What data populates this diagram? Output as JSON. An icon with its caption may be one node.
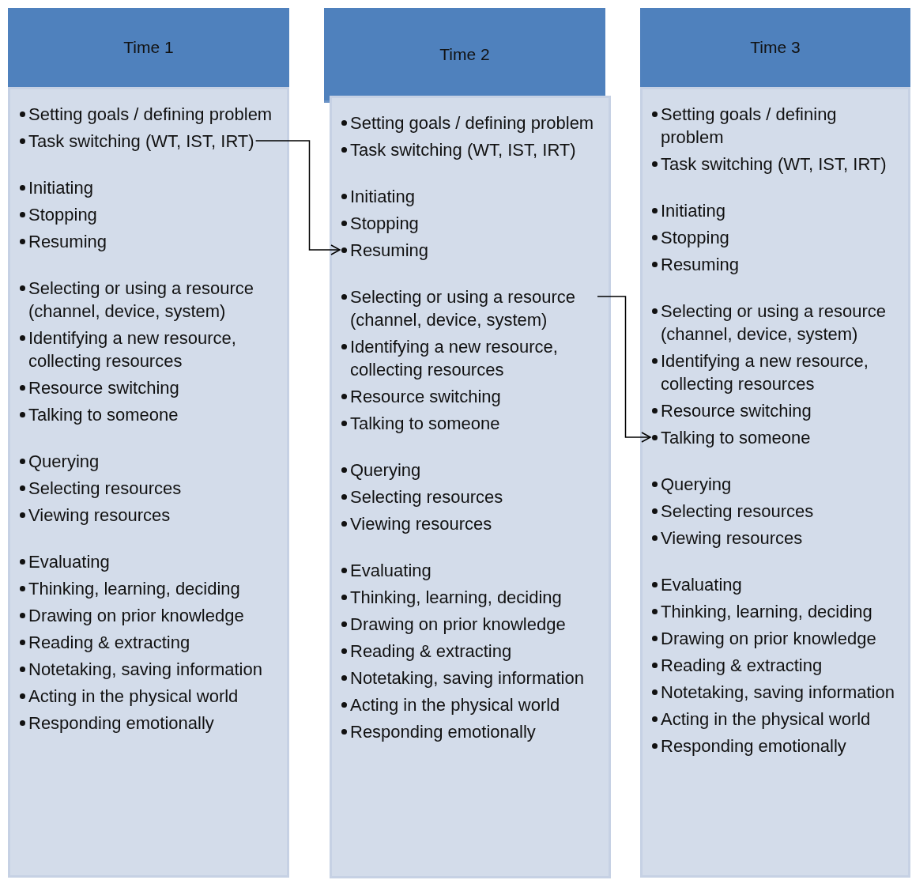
{
  "diagram": {
    "nodes": [
      {
        "text": [
          "Time 1"
        ]
      },
      {
        "text": [],
        "shape": "box"
      },
      {
        "text": [
          "Setting goals / defining problem"
        ],
        "in": 1
      },
      {
        "text": [
          "Task switching (WT, IST, IRT)"
        ],
        "in": 1
      },
      {
        "text": [
          "Initiating"
        ],
        "in": 1
      },
      {
        "text": [
          "Stopping"
        ],
        "in": 1
      },
      {
        "text": [
          "Resuming"
        ],
        "in": 1
      },
      {
        "text": [
          "Selecting or using a resource (channel, device, system)"
        ],
        "in": 1
      },
      {
        "text": [
          "Identifying a new resource, collecting resources"
        ],
        "in": 1
      },
      {
        "text": [
          "Resource switching"
        ],
        "in": 1
      },
      {
        "text": [
          "Talking to someone"
        ],
        "in": 1
      },
      {
        "text": [
          "Querying"
        ],
        "in": 1
      },
      {
        "text": [
          "Selecting resources"
        ],
        "in": 1
      },
      {
        "text": [
          "Viewing resources"
        ],
        "in": 1
      },
      {
        "text": [
          "Evaluating"
        ],
        "in": 1
      },
      {
        "text": [
          "Thinking, learning, deciding"
        ],
        "in": 1
      },
      {
        "text": [
          "Drawing on prior knowledge"
        ],
        "in": 1
      },
      {
        "text": [
          "Reading & extracting"
        ],
        "in": 1
      },
      {
        "text": [
          "Notetaking, saving information"
        ],
        "in": 1
      },
      {
        "text": [
          "Acting in the physical world"
        ],
        "in": 1
      },
      {
        "text": [
          "Responding emotionally"
        ],
        "in": 1
      },
      {
        "text": [
          "Time 2"
        ]
      },
      {
        "text": [],
        "shape": "box"
      },
      {
        "text": [
          "Setting goals / defining problem"
        ],
        "in": 22
      },
      {
        "text": [
          "Task switching (WT, IST, IRT)"
        ],
        "in": 22
      },
      {
        "text": [
          "Initiating"
        ],
        "in": 22
      },
      {
        "text": [
          "Stopping"
        ],
        "in": 22
      },
      {
        "text": [
          "Resuming"
        ],
        "in": 22
      },
      {
        "text": [
          "Selecting or using a resource (channel, device, system)"
        ],
        "in": 22
      },
      {
        "text": [
          "Identifying a new resource, collecting resources"
        ],
        "in": 22
      },
      {
        "text": [
          "Resource switching"
        ],
        "in": 22
      },
      {
        "text": [
          "Talking to someone"
        ],
        "in": 22
      },
      {
        "text": [
          "Querying"
        ],
        "in": 22
      },
      {
        "text": [
          "Selecting resources"
        ],
        "in": 22
      },
      {
        "text": [
          "Viewing resources"
        ],
        "in": 22
      },
      {
        "text": [
          "Evaluating"
        ],
        "in": 22
      },
      {
        "text": [
          "Thinking, learning, deciding"
        ],
        "in": 22
      },
      {
        "text": [
          "Drawing on prior knowledge"
        ],
        "in": 22
      },
      {
        "text": [
          "Reading & extracting"
        ],
        "in": 22
      },
      {
        "text": [
          "Notetaking, saving information"
        ],
        "in": 22
      },
      {
        "text": [
          "Acting in the physical world"
        ],
        "in": 22
      },
      {
        "text": [
          "Responding emotionally"
        ],
        "in": 22
      },
      {
        "text": [
          "Time 3"
        ]
      },
      {
        "text": [],
        "shape": "box"
      },
      {
        "text": [
          "Setting goals / defining problem"
        ],
        "in": 43
      },
      {
        "text": [
          "Task switching (WT, IST, IRT)"
        ],
        "in": 43
      },
      {
        "text": [
          "Initiating"
        ],
        "in": 43
      },
      {
        "text": [
          "Stopping"
        ],
        "in": 43
      },
      {
        "text": [
          "Resuming"
        ],
        "in": 43
      },
      {
        "text": [
          "Selecting or using a resource (channel, device, system)"
        ],
        "in": 43
      },
      {
        "text": [
          "Identifying a new resource, collecting resources"
        ],
        "in": 43
      },
      {
        "text": [
          "Resource switching"
        ],
        "in": 43
      },
      {
        "text": [
          "Talking to someone"
        ],
        "in": 43
      },
      {
        "text": [
          "Querying"
        ],
        "in": 43
      },
      {
        "text": [
          "Selecting resources"
        ],
        "in": 43
      },
      {
        "text": [
          "Viewing resources"
        ],
        "in": 43
      },
      {
        "text": [
          "Evaluating"
        ],
        "in": 43
      },
      {
        "text": [
          "Thinking, learning, deciding"
        ],
        "in": 43
      },
      {
        "text": [
          "Drawing on prior knowledge"
        ],
        "in": 43
      },
      {
        "text": [
          "Reading & extracting"
        ],
        "in": 43
      },
      {
        "text": [
          "Notetaking, saving information"
        ],
        "in": 43
      },
      {
        "text": [
          "Acting in the physical world"
        ],
        "in": 43
      },
      {
        "text": [
          "Responding emotionally"
        ],
        "in": 43
      }
    ],
    "edges": [
      {
        "from": 3,
        "to": 27,
        "arrow": "to"
      },
      {
        "from": 28,
        "to": 52,
        "arrow": "to"
      }
    ]
  }
}
